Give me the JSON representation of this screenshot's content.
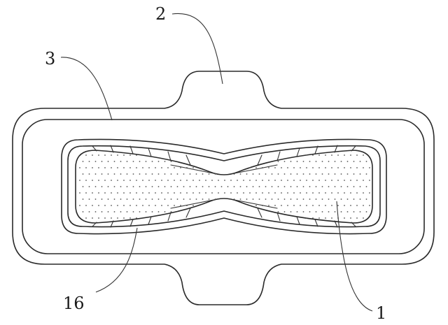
{
  "labels": {
    "ref_2": "2",
    "ref_3": "3",
    "ref_16": "16",
    "ref_1": "1"
  },
  "colors": {
    "line": "#2a2a2a",
    "background": "#ffffff"
  }
}
